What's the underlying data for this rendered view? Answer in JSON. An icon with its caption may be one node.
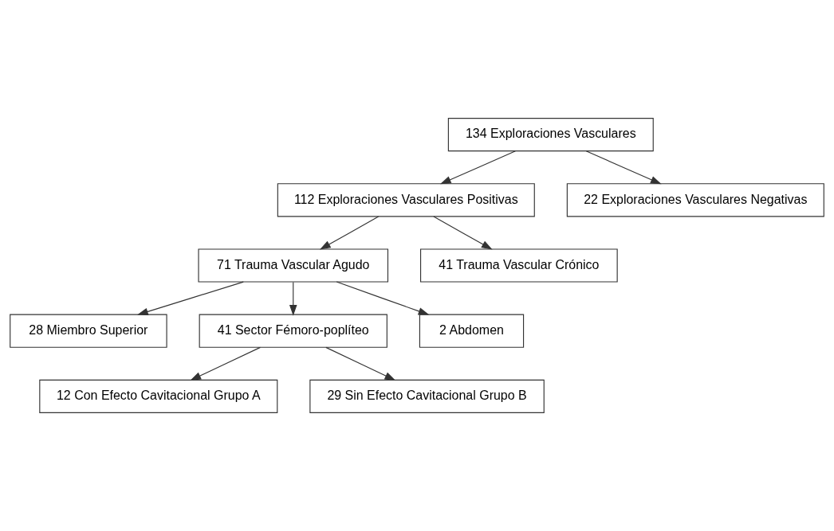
{
  "diagram": {
    "nodes": [
      {
        "text": [
          "134 Exploraciones Vasculares"
        ]
      },
      {
        "text": [
          "112 Exploraciones Vasculares Positivas"
        ]
      },
      {
        "text": [
          "22 Exploraciones Vasculares Negativas"
        ]
      },
      {
        "text": [
          "71 Trauma Vascular Agudo"
        ]
      },
      {
        "text": [
          "41 Trauma Vascular Crónico"
        ]
      },
      {
        "text": [
          "28 Miembro Superior"
        ]
      },
      {
        "text": [
          "41 Sector Fémoro-poplíteo"
        ]
      },
      {
        "text": [
          "2 Abdomen"
        ]
      },
      {
        "text": [
          "12 Con Efecto Cavitacional Grupo A"
        ]
      },
      {
        "text": [
          "29 Sin Efecto Cavitacional Grupo B"
        ]
      }
    ],
    "edges": [
      {
        "from": 0,
        "to": 1,
        "arrow": "to"
      },
      {
        "from": 0,
        "to": 2,
        "arrow": "to"
      },
      {
        "from": 1,
        "to": 3,
        "arrow": "to"
      },
      {
        "from": 1,
        "to": 4,
        "arrow": "to"
      },
      {
        "from": 3,
        "to": 6,
        "arrow": "to"
      },
      {
        "from": 3,
        "to": 5,
        "arrow": "to"
      },
      {
        "from": 3,
        "to": 7,
        "arrow": "to"
      },
      {
        "from": 6,
        "to": 8,
        "arrow": "to"
      },
      {
        "from": 6,
        "to": 9,
        "arrow": "to"
      }
    ]
  }
}
